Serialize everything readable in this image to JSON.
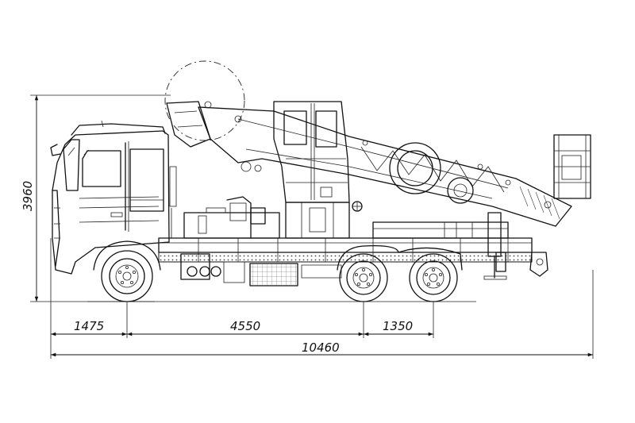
{
  "dimensions": {
    "height": "3960",
    "front_overhang": "1475",
    "wheelbase": "4550",
    "rear_axle_spacing": "1350",
    "overall_length": "10460"
  }
}
